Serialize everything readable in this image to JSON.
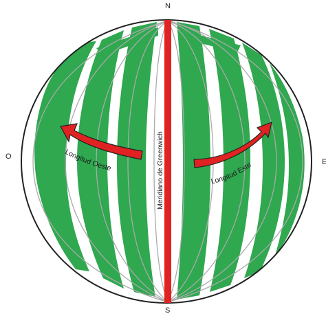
{
  "figure": {
    "cardinal_points": {
      "north": "N",
      "south": "S",
      "west": "O",
      "east": "E"
    },
    "labels": {
      "prime_meridian": "Meridiano de Greenwich",
      "west_longitude": "Longitud Oeste",
      "east_longitude": "Longitud Este"
    },
    "colors": {
      "land": "#2fa84f",
      "prime_meridian": "#e02222",
      "arrow_fill": "#e02222",
      "outline": "#222222",
      "meridian_lines": "#aaaaaa"
    }
  }
}
